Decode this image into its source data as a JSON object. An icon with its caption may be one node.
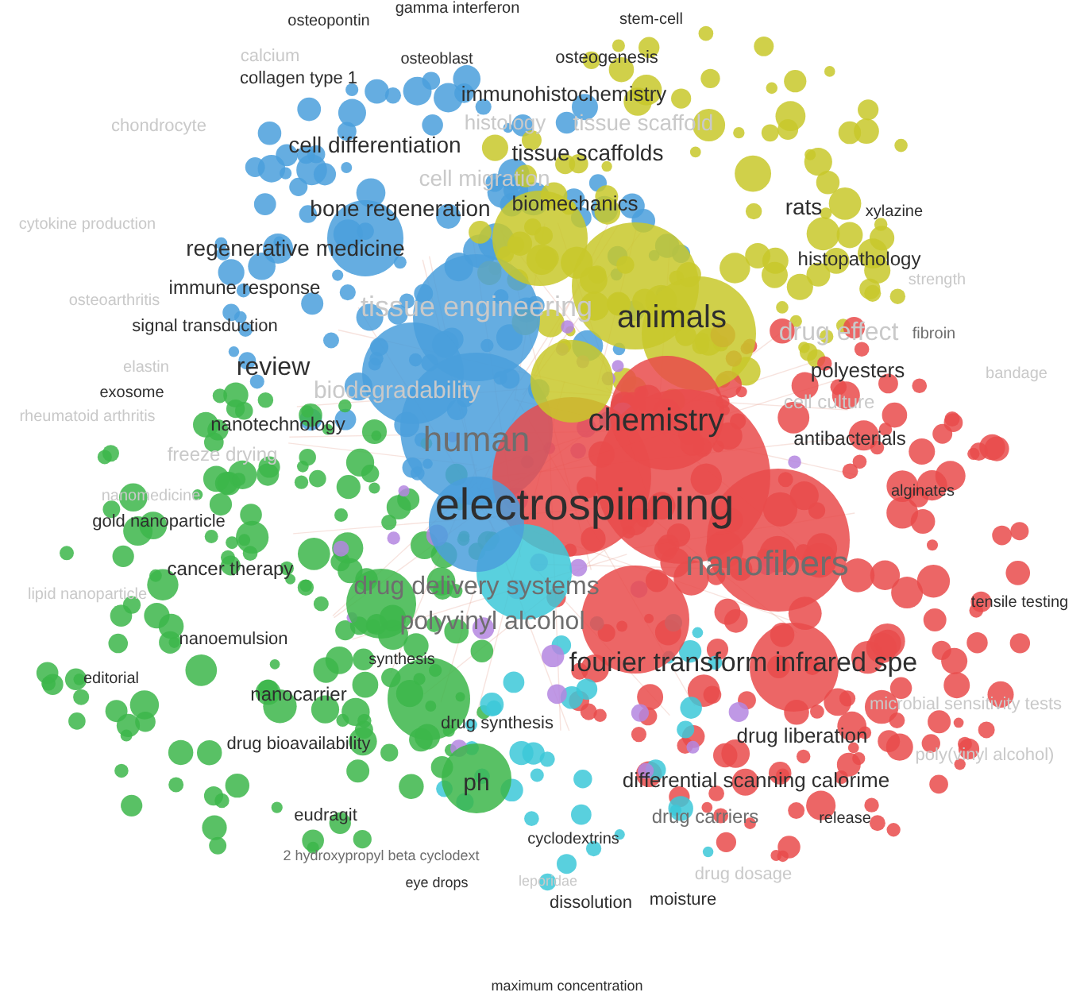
{
  "diagram": {
    "labels": [
      "osteopontin",
      "gamma interferon",
      "stem-cell",
      "calcium",
      "osteoblast",
      "osteogenesis",
      "collagen type 1",
      "immunohistochemistry",
      "chondrocyte",
      "histology",
      "tissue scaffold",
      "cell differentiation",
      "tissue scaffolds",
      "cell migration",
      "biomechanics",
      "rats",
      "xylazine",
      "bone regeneration",
      "cytokine production",
      "regenerative medicine",
      "histopathology",
      "immune response",
      "strength",
      "osteoarthritis",
      "tissue engineering",
      "animals",
      "fibroin",
      "drug effect",
      "signal transduction",
      "review",
      "elastin",
      "polyesters",
      "bandage",
      "exosome",
      "biodegradability",
      "cell culture",
      "rheumatoid arthritis",
      "nanotechnology",
      "human",
      "chemistry",
      "antibacterials",
      "freeze drying",
      "alginates",
      "electrospinning",
      "nanomedicine",
      "gold nanoparticle",
      "nanofibers",
      "cancer therapy",
      "lipid nanoparticle",
      "drug delivery systems",
      "tensile testing",
      "polyvinyl alcohol",
      "nanoemulsion",
      "synthesis",
      "fourier transform infrared spe",
      "editorial",
      "microbial sensitivity tests",
      "nanocarrier",
      "drug liberation",
      "drug synthesis",
      "poly(vinyl alcohol)",
      "drug bioavailability",
      "ph",
      "differential scanning calorime",
      "eudragit",
      "drug carriers",
      "release",
      "cyclodextrins",
      "2 hydroxypropyl beta cyclodext",
      "eye drops",
      "leporidae",
      "drug dosage",
      "dissolution",
      "moisture",
      "maximum concentration"
    ]
  }
}
